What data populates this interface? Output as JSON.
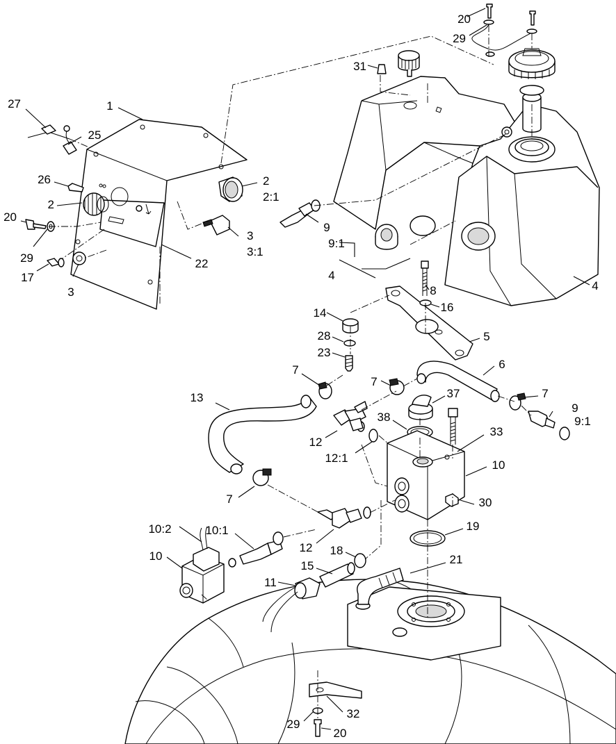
{
  "callouts": [
    {
      "id": "c20a",
      "text": "20"
    },
    {
      "id": "c29a",
      "text": "29"
    },
    {
      "id": "c31",
      "text": "31"
    },
    {
      "id": "c27",
      "text": "27"
    },
    {
      "id": "c1",
      "text": "1"
    },
    {
      "id": "c25",
      "text": "25"
    },
    {
      "id": "c26",
      "text": "26"
    },
    {
      "id": "c2a",
      "text": "2"
    },
    {
      "id": "c2b",
      "text": "2"
    },
    {
      "id": "c21b",
      "text": "2:1"
    },
    {
      "id": "c20b",
      "text": "20"
    },
    {
      "id": "c29b",
      "text": "29"
    },
    {
      "id": "c17",
      "text": "17"
    },
    {
      "id": "c3a",
      "text": "3"
    },
    {
      "id": "c3b",
      "text": "3"
    },
    {
      "id": "c31b",
      "text": "3:1"
    },
    {
      "id": "c22",
      "text": "22"
    },
    {
      "id": "c9a",
      "text": "9"
    },
    {
      "id": "c91a",
      "text": "9:1"
    },
    {
      "id": "c4a",
      "text": "4"
    },
    {
      "id": "c4b",
      "text": "4"
    },
    {
      "id": "c8",
      "text": "8"
    },
    {
      "id": "c16",
      "text": "16"
    },
    {
      "id": "c14",
      "text": "14"
    },
    {
      "id": "c28",
      "text": "28"
    },
    {
      "id": "c23",
      "text": "23"
    },
    {
      "id": "c5",
      "text": "5"
    },
    {
      "id": "c6",
      "text": "6"
    },
    {
      "id": "c7a",
      "text": "7"
    },
    {
      "id": "c7b",
      "text": "7"
    },
    {
      "id": "c7c",
      "text": "7"
    },
    {
      "id": "c7d",
      "text": "7"
    },
    {
      "id": "c13",
      "text": "13"
    },
    {
      "id": "c37",
      "text": "37"
    },
    {
      "id": "c9b",
      "text": "9"
    },
    {
      "id": "c91b",
      "text": "9:1"
    },
    {
      "id": "c38",
      "text": "38"
    },
    {
      "id": "c12a",
      "text": "12"
    },
    {
      "id": "c33",
      "text": "33"
    },
    {
      "id": "c121",
      "text": "12:1"
    },
    {
      "id": "c10a",
      "text": "10"
    },
    {
      "id": "c30",
      "text": "30"
    },
    {
      "id": "c19",
      "text": "19"
    },
    {
      "id": "c102",
      "text": "10:2"
    },
    {
      "id": "c101",
      "text": "10:1"
    },
    {
      "id": "c12b",
      "text": "12"
    },
    {
      "id": "c10b",
      "text": "10"
    },
    {
      "id": "c18",
      "text": "18"
    },
    {
      "id": "c21",
      "text": "21"
    },
    {
      "id": "c15",
      "text": "15"
    },
    {
      "id": "c11",
      "text": "11"
    },
    {
      "id": "c32",
      "text": "32"
    },
    {
      "id": "c29c",
      "text": "29"
    },
    {
      "id": "c20c",
      "text": "20"
    }
  ]
}
